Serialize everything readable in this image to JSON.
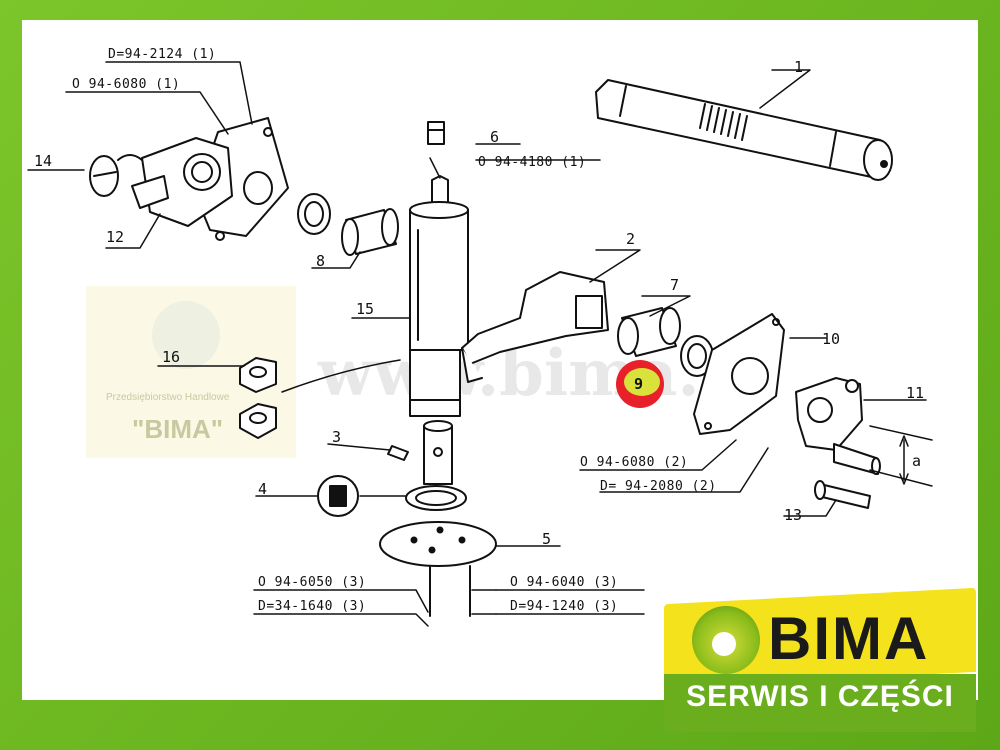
{
  "callouts": {
    "c1": "1",
    "c2": "2",
    "c3": "3",
    "c4": "4",
    "c5": "5",
    "c6": "6",
    "c7": "7",
    "c8": "8",
    "c9": "9",
    "c10": "10",
    "c11": "11",
    "c12": "12",
    "c13": "13",
    "c14": "14",
    "c15": "15",
    "c16": "16",
    "ca": "a"
  },
  "refs": {
    "r1": "D=94-2124 (1)",
    "r2": "O 94-6080 (1)",
    "r3": "O 94-4180 (1)",
    "r4": "O 94-6080 (2)",
    "r5": "D= 94-2080 (2)",
    "r6": "O 94-6050 (3)",
    "r7": "D=34-1640 (3)",
    "r8": "O 94-6040 (3)",
    "r9": "D=94-1240 (3)"
  },
  "watermark": {
    "site": "www.bima.pl",
    "company": "Przedsiębiorstwo Handlowe",
    "name": "\"BIMA\""
  },
  "logo": {
    "brand": "BIMA",
    "tagline": "SERWIS I CZĘŚCI"
  },
  "colors": {
    "frame": "#6fb81f",
    "logo_yellow": "#f4e21c",
    "logo_green": "#6aae1d",
    "highlight_red": "#e8202a",
    "highlight_yellow": "#d8e23a"
  }
}
